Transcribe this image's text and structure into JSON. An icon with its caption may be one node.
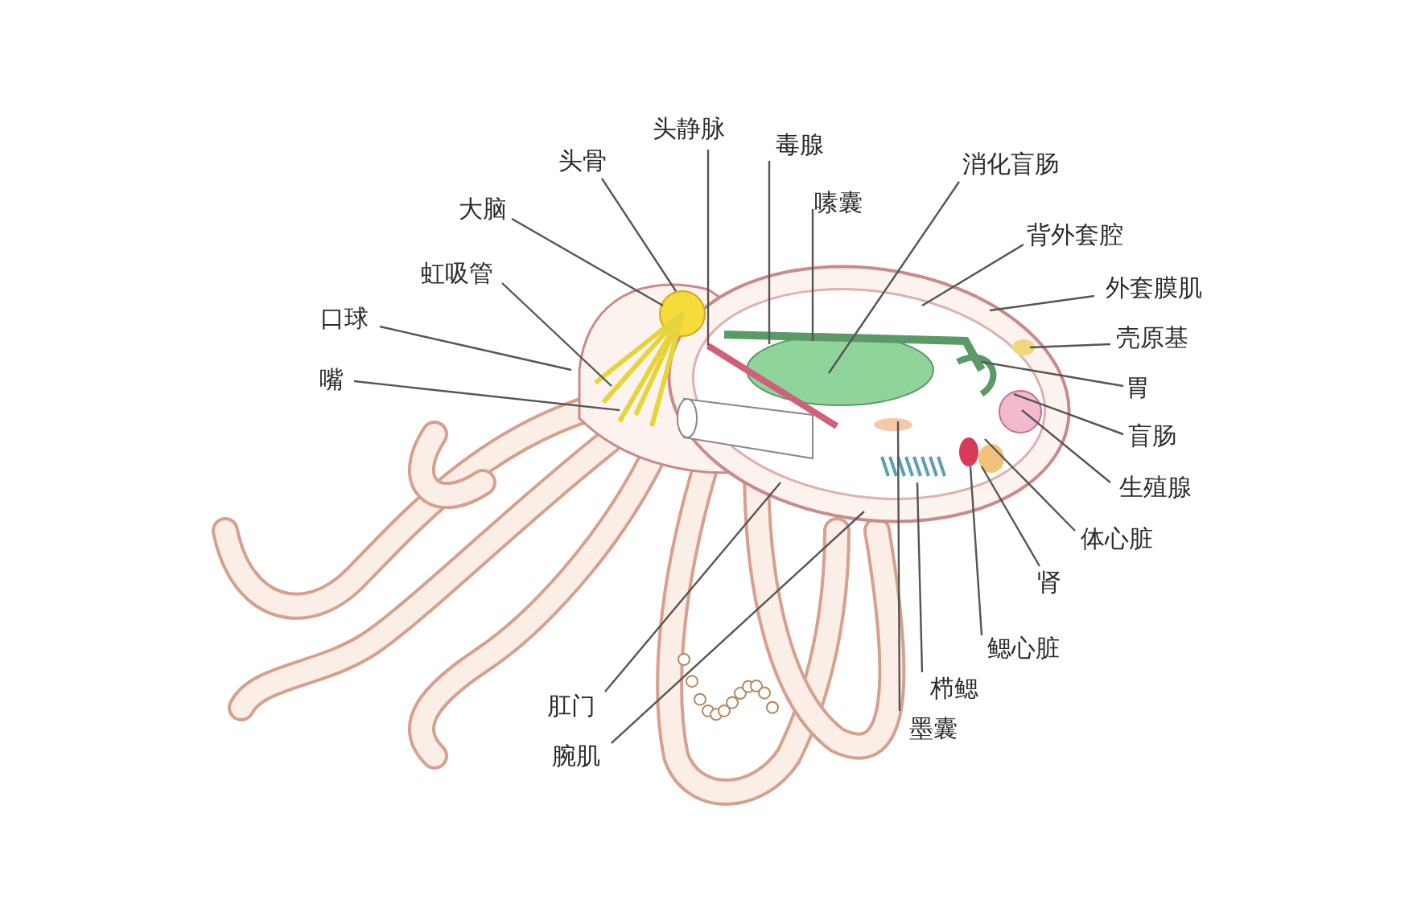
{
  "diagram": {
    "nodes": [
      {
        "text": [
          "头静脉"
        ]
      },
      {
        "text": [
          "毒腺"
        ]
      },
      {
        "text": [
          "头骨"
        ]
      },
      {
        "text": [
          "消化盲肠"
        ]
      },
      {
        "text": [
          "嗉囊"
        ]
      },
      {
        "text": [
          "大脑"
        ]
      },
      {
        "text": [
          "背外套腔"
        ]
      },
      {
        "text": [
          "虹吸管"
        ]
      },
      {
        "text": [
          "外套膜肌"
        ]
      },
      {
        "text": [
          "口球"
        ]
      },
      {
        "text": [
          "壳原基"
        ]
      },
      {
        "text": [
          "嘴"
        ]
      },
      {
        "text": [
          "胃"
        ]
      },
      {
        "text": [
          "盲肠"
        ]
      },
      {
        "text": [
          "生殖腺"
        ]
      },
      {
        "text": [
          "体心脏"
        ]
      },
      {
        "text": [
          "肾"
        ]
      },
      {
        "text": [
          "鳃心脏"
        ]
      },
      {
        "text": [
          "栉鳃"
        ]
      },
      {
        "text": [
          "墨囊"
        ]
      },
      {
        "text": [
          "肛门"
        ]
      },
      {
        "text": [
          "腕肌"
        ]
      }
    ],
    "edges": [
      {
        "from": 0,
        "to": null,
        "arrow": "none"
      },
      {
        "from": 1,
        "to": null,
        "arrow": "none"
      },
      {
        "from": 2,
        "to": null,
        "arrow": "none"
      },
      {
        "from": 3,
        "to": null,
        "arrow": "none"
      },
      {
        "from": 4,
        "to": null,
        "arrow": "none"
      },
      {
        "from": 5,
        "to": null,
        "arrow": "none"
      },
      {
        "from": 6,
        "to": null,
        "arrow": "none"
      },
      {
        "from": 7,
        "to": null,
        "arrow": "none"
      },
      {
        "from": 8,
        "to": null,
        "arrow": "none"
      },
      {
        "from": 9,
        "to": null,
        "arrow": "none"
      },
      {
        "from": 10,
        "to": null,
        "arrow": "none"
      },
      {
        "from": 11,
        "to": null,
        "arrow": "none"
      },
      {
        "from": 12,
        "to": null,
        "arrow": "none"
      },
      {
        "from": 13,
        "to": null,
        "arrow": "none"
      },
      {
        "from": 14,
        "to": null,
        "arrow": "none"
      },
      {
        "from": 15,
        "to": null,
        "arrow": "none"
      },
      {
        "from": 16,
        "to": null,
        "arrow": "none"
      },
      {
        "from": 17,
        "to": null,
        "arrow": "none"
      },
      {
        "from": 18,
        "to": null,
        "arrow": "none"
      },
      {
        "from": 19,
        "to": null,
        "arrow": "none"
      },
      {
        "from": 20,
        "to": null,
        "arrow": "none"
      },
      {
        "from": 21,
        "to": null,
        "arrow": "none"
      }
    ]
  }
}
